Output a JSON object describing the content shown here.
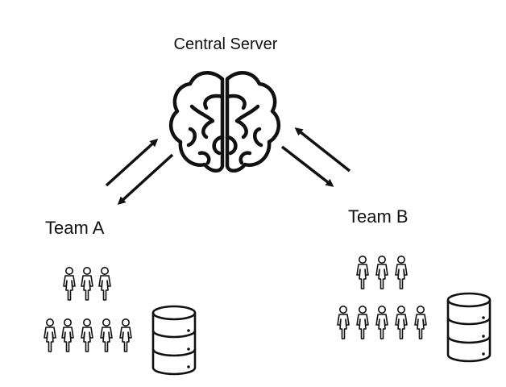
{
  "title": "Central Server",
  "teams": [
    {
      "label": "Team A",
      "people_rows": [
        3,
        5
      ]
    },
    {
      "label": "Team B",
      "people_rows": [
        3,
        5
      ]
    }
  ],
  "icons": {
    "server": "brain-icon",
    "person": "person-icon",
    "storage": "database-icon",
    "flow": "arrow-icon"
  },
  "colors": {
    "ink": "#111111",
    "background": "#ffffff"
  }
}
